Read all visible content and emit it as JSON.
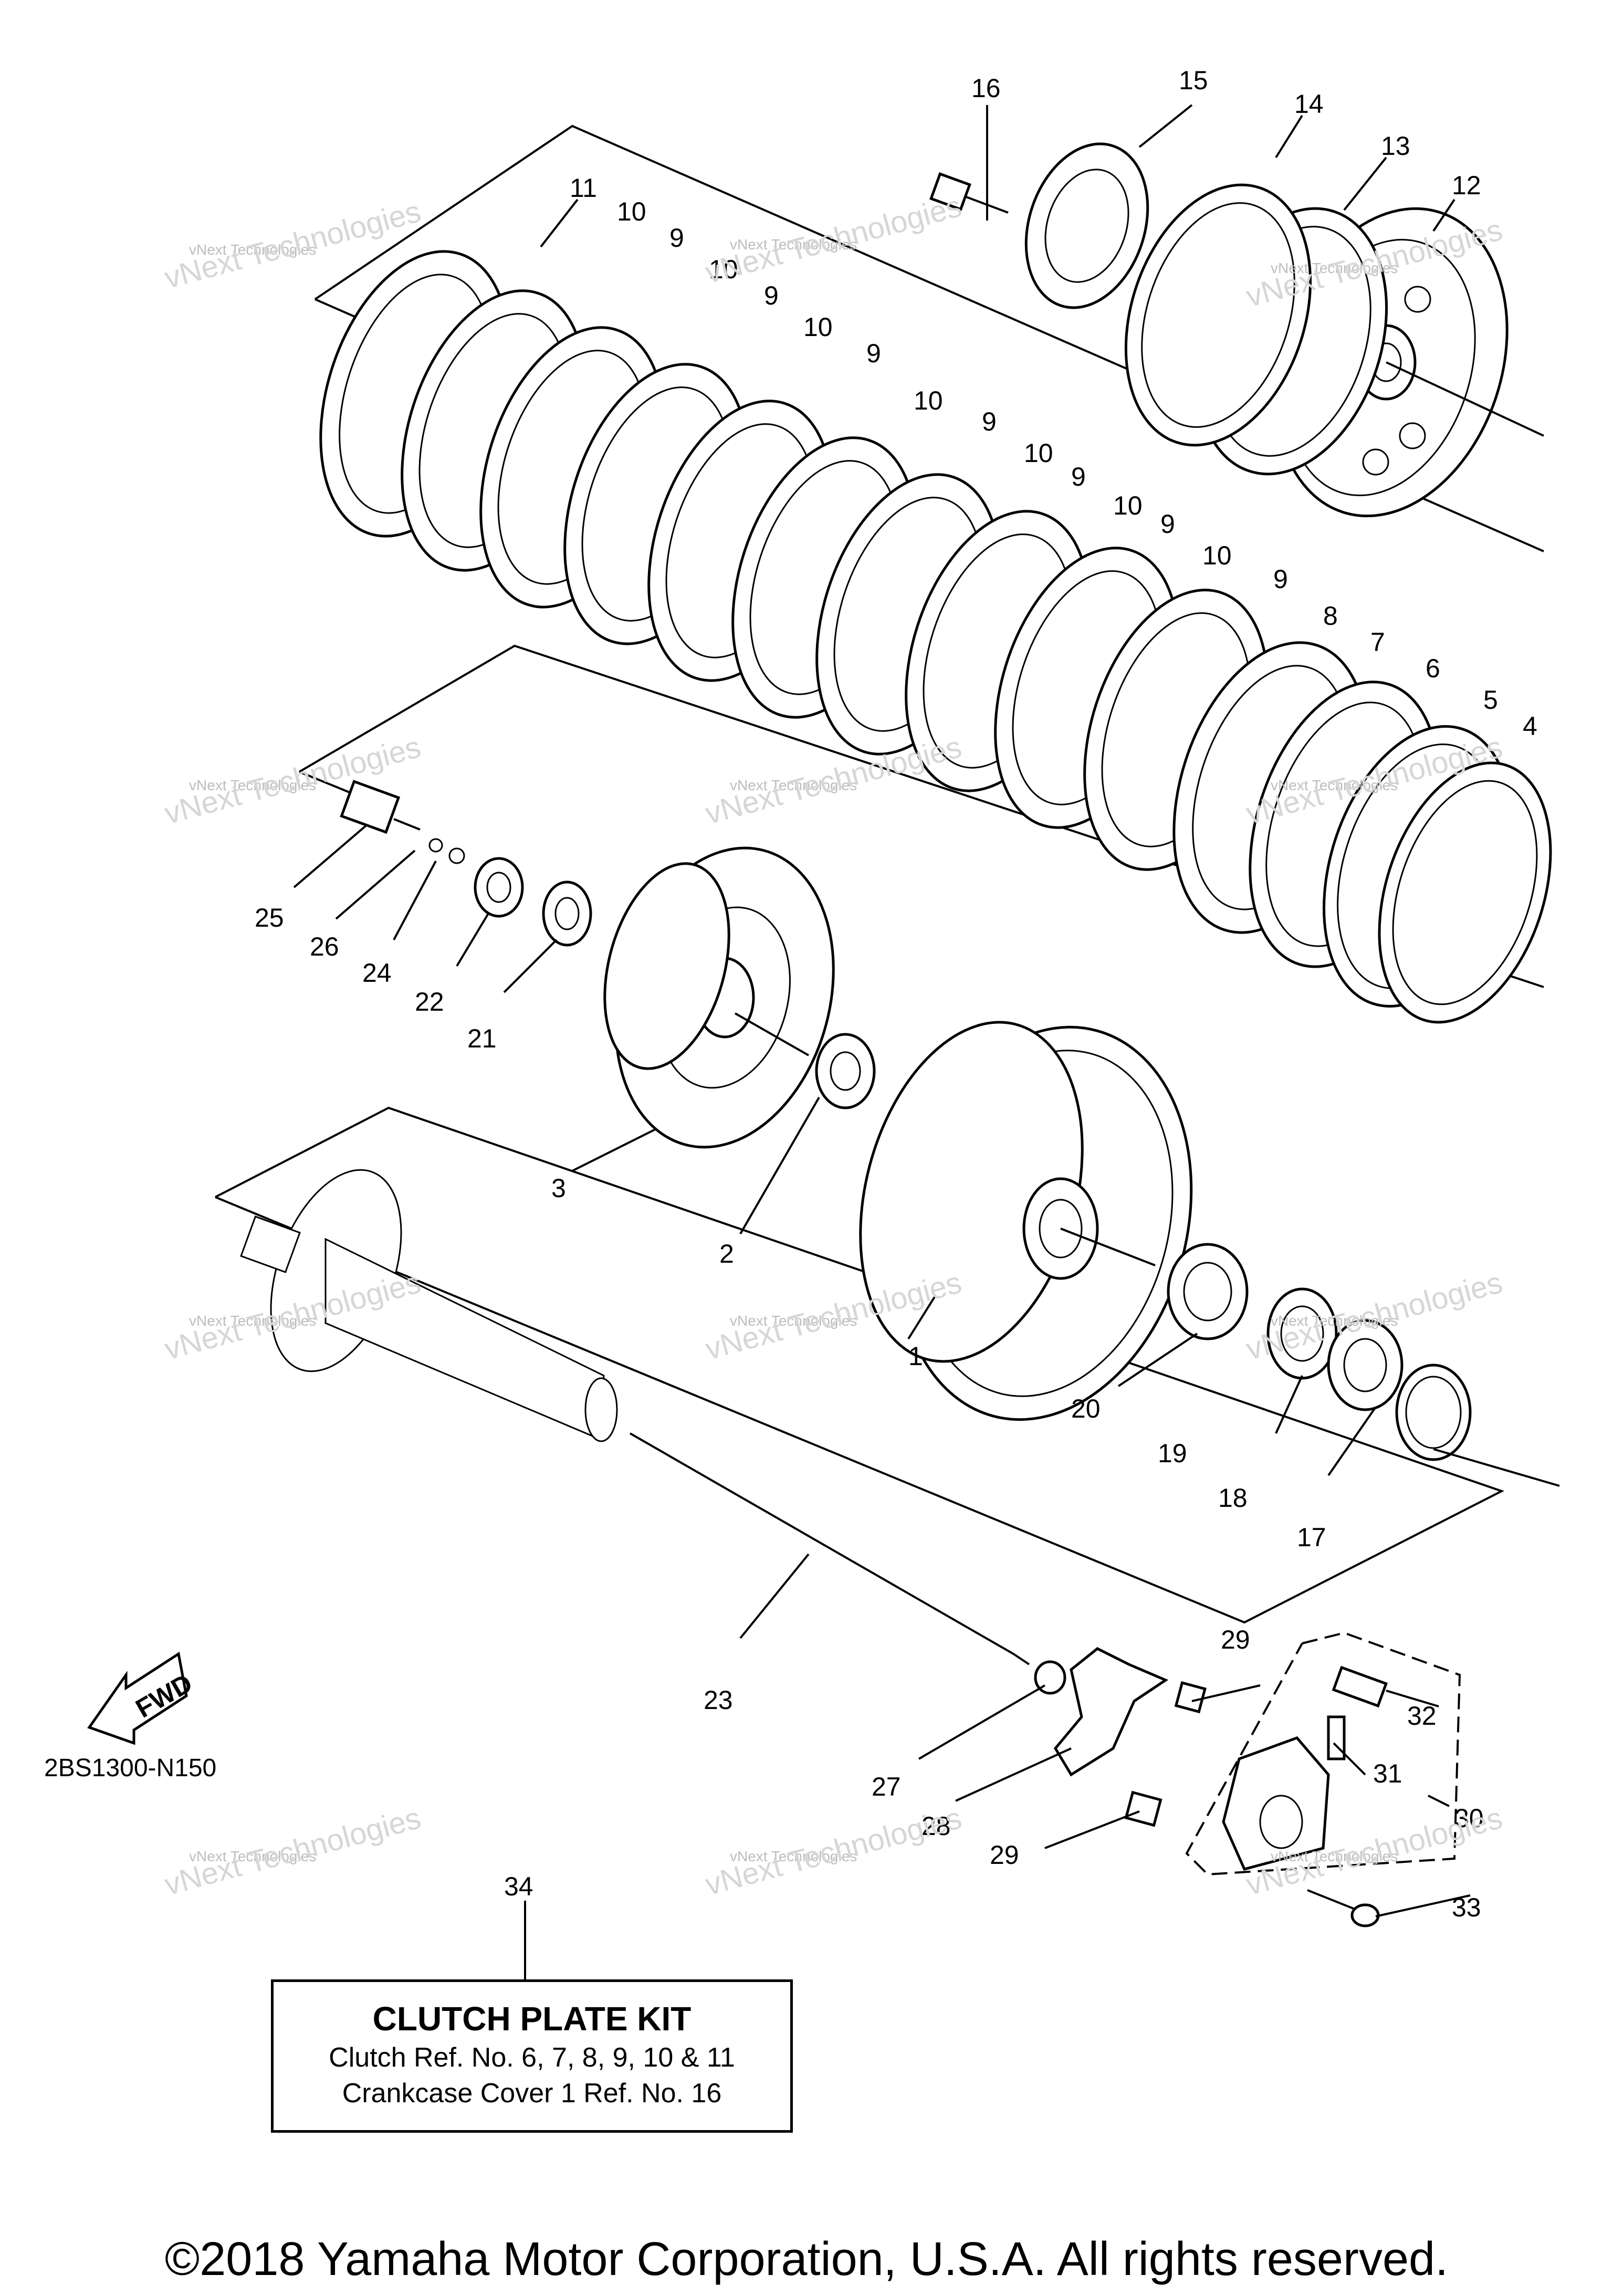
{
  "diagram": {
    "callouts": [
      "1",
      "2",
      "3",
      "4",
      "5",
      "6",
      "7",
      "8",
      "9",
      "10",
      "11",
      "12",
      "13",
      "14",
      "15",
      "16",
      "17",
      "18",
      "19",
      "20",
      "21",
      "22",
      "23",
      "24",
      "25",
      "26",
      "27",
      "28",
      "29",
      "30",
      "31",
      "32",
      "33",
      "34"
    ],
    "watermark_text": "vNext Technologies",
    "watermark_big_text": "vNext Technologies",
    "fwd_label": "FWD",
    "diagram_code": "2BS1300-N150",
    "kit": {
      "title": "CLUTCH PLATE KIT",
      "line1": "Clutch Ref. No. 6, 7, 8, 9, 10 & 11",
      "line2": "Crankcase Cover 1 Ref. No. 16"
    },
    "copyright": "©2018 Yamaha Motor Corporation, U.S.A. All rights reserved."
  }
}
